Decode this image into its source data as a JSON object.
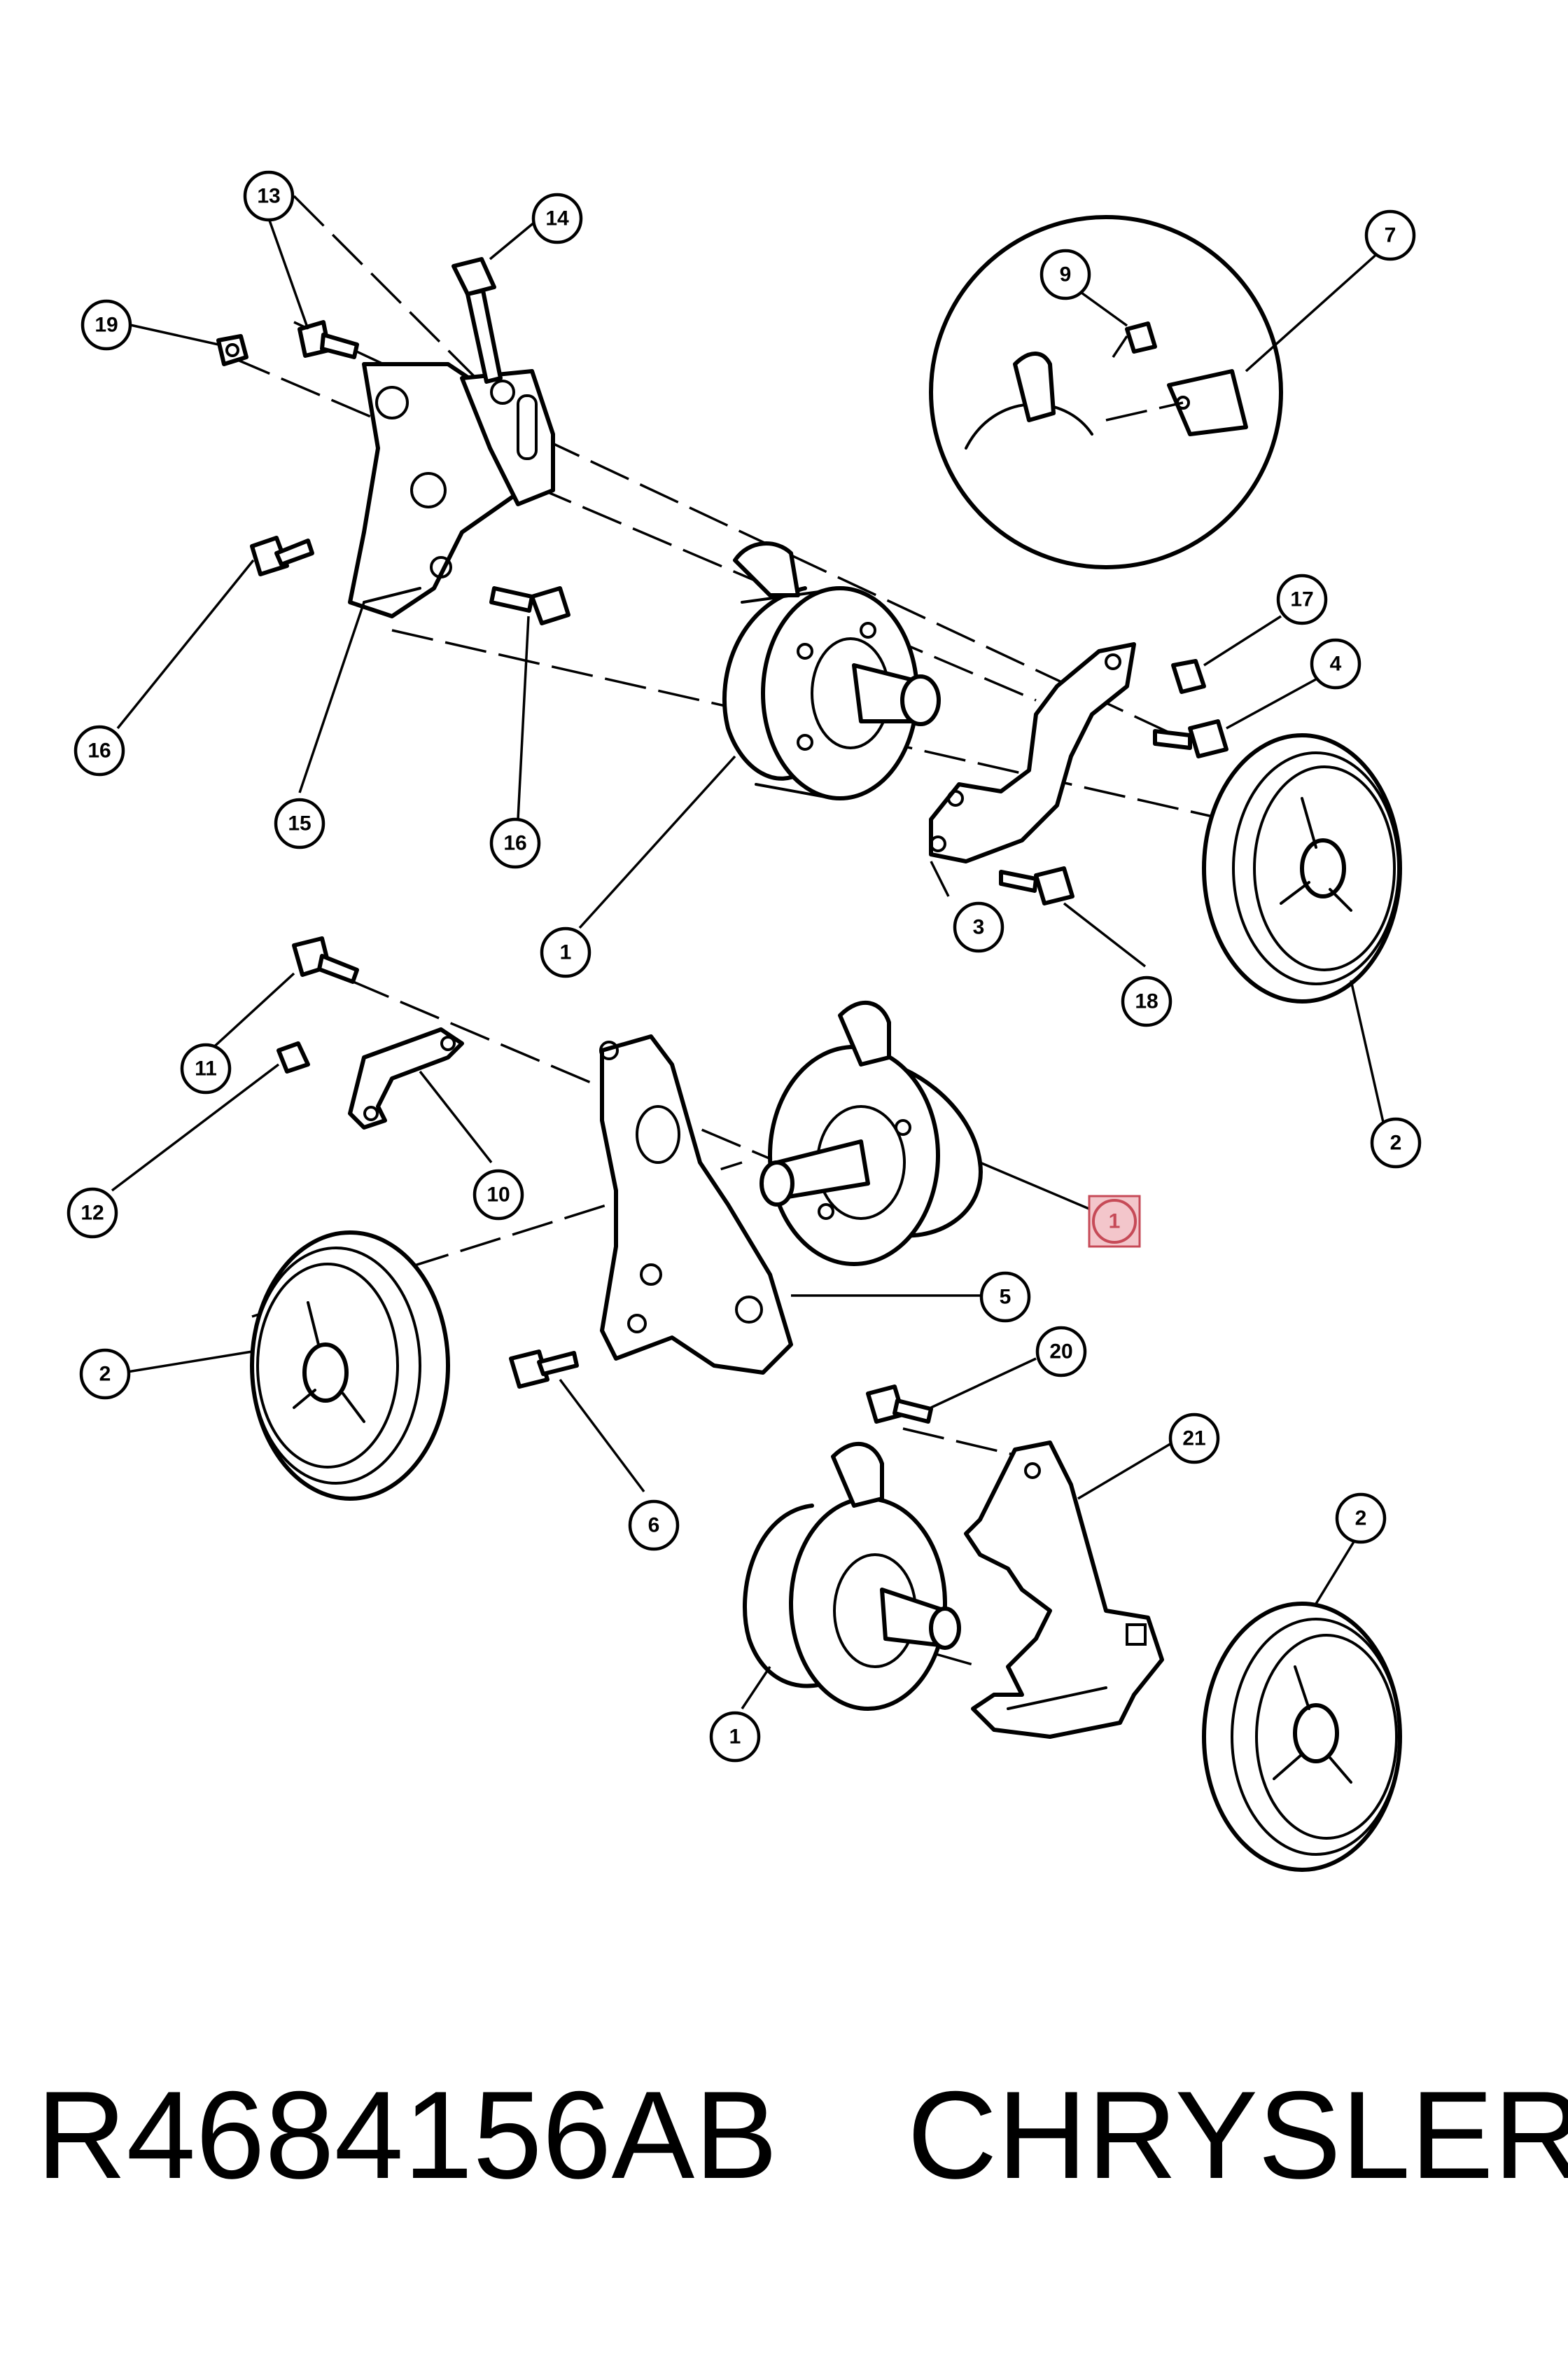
{
  "diagram": {
    "callouts": {
      "c13": "13",
      "c14": "14",
      "c19": "19",
      "c7": "7",
      "c9": "9",
      "c17": "17",
      "c4": "4",
      "c16a": "16",
      "c15": "15",
      "c16b": "16",
      "c1a": "1",
      "c3": "3",
      "c18": "18",
      "c2a": "2",
      "c11": "11",
      "c12": "12",
      "c10": "10",
      "c1b": "1",
      "c5": "5",
      "c2b": "2",
      "c6": "6",
      "c20": "20",
      "c21": "21",
      "c2c": "2",
      "c1c": "1"
    },
    "highlighted_callout": "1"
  },
  "footer": {
    "part_number": "R4684156AB",
    "make": "CHRYSLER"
  },
  "colors": {
    "line": "#000000",
    "background": "#ffffff",
    "highlight_fill": "#f3c6cb",
    "highlight_stroke": "#c64a57"
  }
}
